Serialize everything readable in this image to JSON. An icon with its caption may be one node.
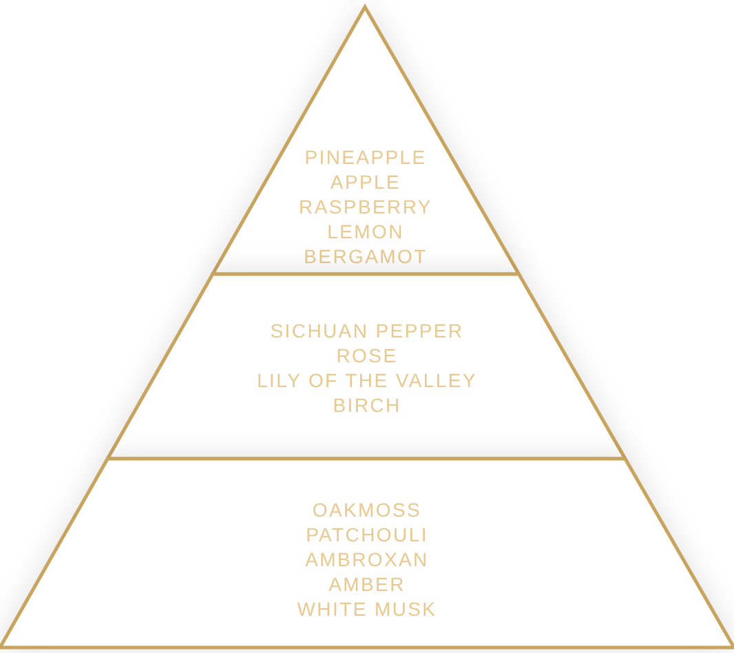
{
  "diagram": {
    "nodes": [
      {
        "text": [
          "PINEAPPLE",
          "APPLE",
          "RASPBERRY",
          "LEMON",
          "BERGAMOT"
        ]
      },
      {
        "text": [
          "SICHUAN PEPPER",
          "ROSE",
          "LILY OF THE VALLEY",
          "BIRCH"
        ]
      },
      {
        "text": [
          "OAKMOSS",
          "PATCHOULI",
          "AMBROXAN",
          "AMBER",
          "WHITE MUSK"
        ]
      }
    ]
  }
}
